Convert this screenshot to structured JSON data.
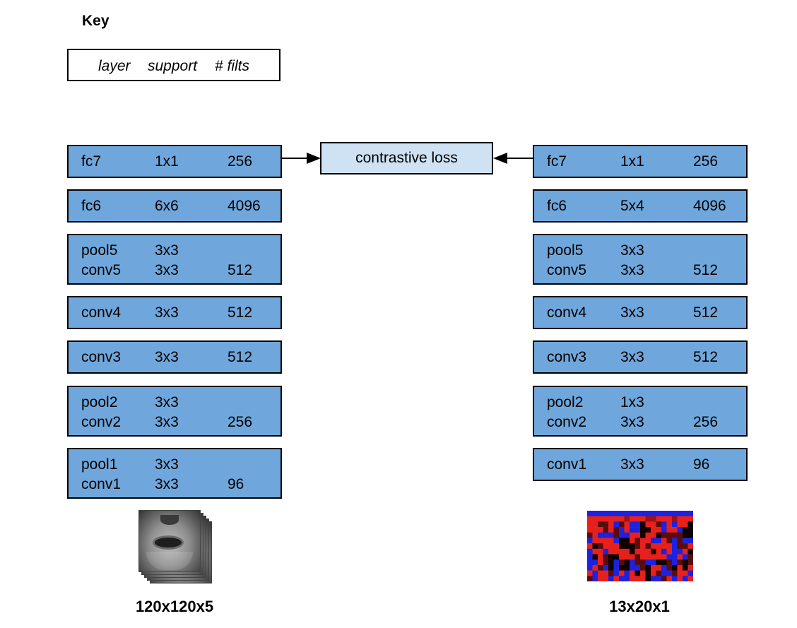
{
  "key": {
    "title": "Key",
    "headers": {
      "layer": "layer",
      "support": "support",
      "filts": "# filts"
    }
  },
  "loss": {
    "label": "contrastive loss"
  },
  "left_stack": {
    "caption": "120x120x5",
    "blocks": [
      {
        "rows": [
          {
            "layer": "fc7",
            "support": "1x1",
            "filts": "256"
          }
        ]
      },
      {
        "rows": [
          {
            "layer": "fc6",
            "support": "6x6",
            "filts": "4096"
          }
        ]
      },
      {
        "rows": [
          {
            "layer": "pool5",
            "support": "3x3",
            "filts": ""
          },
          {
            "layer": "conv5",
            "support": "3x3",
            "filts": "512"
          }
        ]
      },
      {
        "rows": [
          {
            "layer": "conv4",
            "support": "3x3",
            "filts": "512"
          }
        ]
      },
      {
        "rows": [
          {
            "layer": "conv3",
            "support": "3x3",
            "filts": "512"
          }
        ]
      },
      {
        "rows": [
          {
            "layer": "pool2",
            "support": "3x3",
            "filts": ""
          },
          {
            "layer": "conv2",
            "support": "3x3",
            "filts": "256"
          }
        ]
      },
      {
        "rows": [
          {
            "layer": "pool1",
            "support": "3x3",
            "filts": ""
          },
          {
            "layer": "conv1",
            "support": "3x3",
            "filts": "96"
          }
        ]
      }
    ]
  },
  "right_stack": {
    "caption": "13x20x1",
    "blocks": [
      {
        "rows": [
          {
            "layer": "fc7",
            "support": "1x1",
            "filts": "256"
          }
        ]
      },
      {
        "rows": [
          {
            "layer": "fc6",
            "support": "5x4",
            "filts": "4096"
          }
        ]
      },
      {
        "rows": [
          {
            "layer": "pool5",
            "support": "3x3",
            "filts": ""
          },
          {
            "layer": "conv5",
            "support": "3x3",
            "filts": "512"
          }
        ]
      },
      {
        "rows": [
          {
            "layer": "conv4",
            "support": "3x3",
            "filts": "512"
          }
        ]
      },
      {
        "rows": [
          {
            "layer": "conv3",
            "support": "3x3",
            "filts": "512"
          }
        ]
      },
      {
        "rows": [
          {
            "layer": "pool2",
            "support": "1x3",
            "filts": ""
          },
          {
            "layer": "conv2",
            "support": "3x3",
            "filts": "256"
          }
        ]
      },
      {
        "rows": [
          {
            "layer": "conv1",
            "support": "3x3",
            "filts": "96"
          }
        ]
      }
    ]
  },
  "colors": {
    "layer_fill": "#6fa7dc",
    "loss_fill": "#cfe2f3",
    "heat_red": "#e8201c",
    "heat_blue": "#1c22e0",
    "heat_dark": "#100000"
  }
}
